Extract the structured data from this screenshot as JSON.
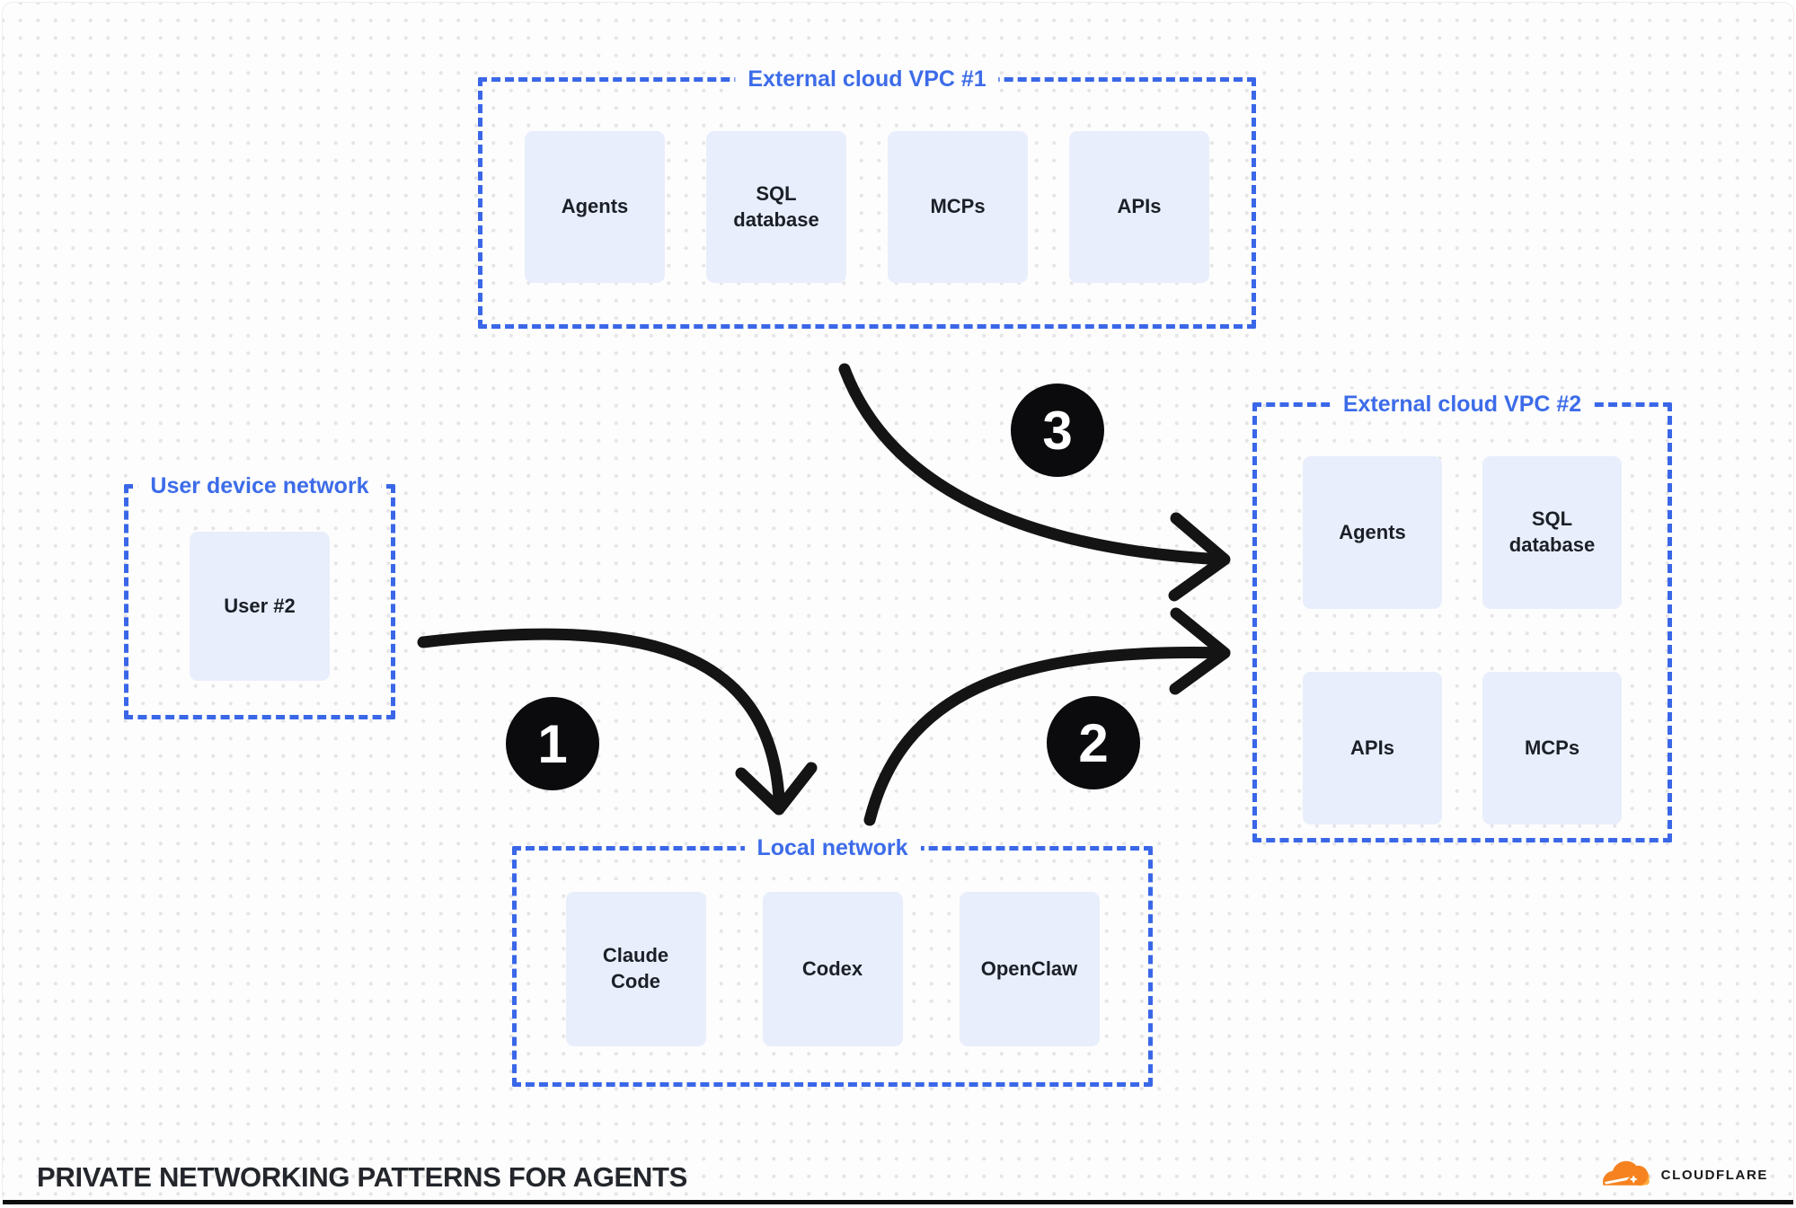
{
  "networks": [
    {
      "id": "vpc1",
      "label": "External cloud VPC #1",
      "nodes": [
        "Agents",
        "SQL database",
        "MCPs",
        "APIs"
      ]
    },
    {
      "id": "user-device",
      "label": "User device network",
      "nodes": [
        "User #2"
      ]
    },
    {
      "id": "vpc2",
      "label": "External cloud VPC #2",
      "nodes": [
        "Agents",
        "SQL database",
        "APIs",
        "MCPs"
      ]
    },
    {
      "id": "local",
      "label": "Local network",
      "nodes": [
        "Claude Code",
        "Codex",
        "OpenClaw"
      ]
    }
  ],
  "flows": [
    {
      "number": "1"
    },
    {
      "number": "2"
    },
    {
      "number": "3"
    }
  ],
  "footer": {
    "title": "PRIVATE NETWORKING PATTERNS FOR AGENTS",
    "brand": "CLOUDFLARE"
  },
  "colors": {
    "accent_blue": "#3d6ce9",
    "node_fill": "#e8eefb",
    "arrow_black": "#141414",
    "badge_black": "#0b0b0d",
    "cloudflare_orange": "#f6821f",
    "cloudflare_light_orange": "#fbad41",
    "background": "#fdfdfd"
  }
}
